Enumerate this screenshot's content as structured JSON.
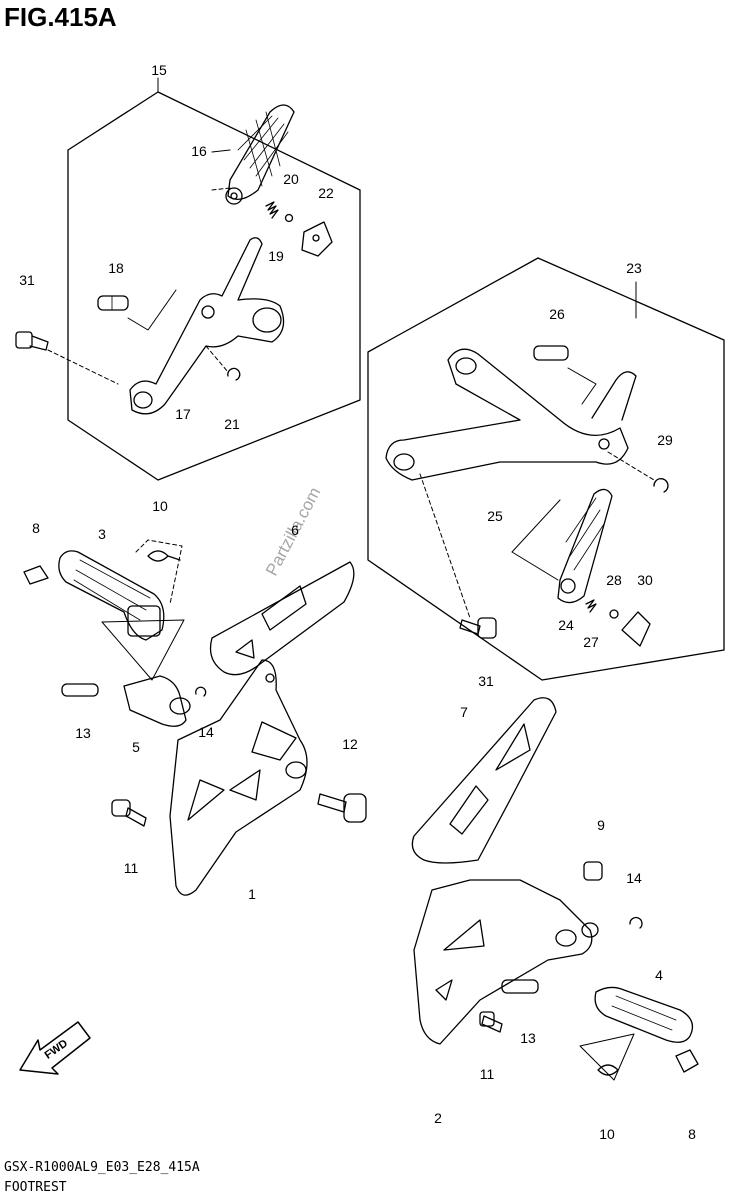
{
  "figure": {
    "title": "FIG.415A"
  },
  "footer": {
    "model_code": "GSX-R1000AL9_E03_E28_415A",
    "section_name": "FOOTREST"
  },
  "watermark": "Partzilla.com",
  "fwd_label": "FWD",
  "callouts": [
    {
      "id": "15",
      "text": "15"
    },
    {
      "id": "16",
      "text": "16"
    },
    {
      "id": "20",
      "text": "20"
    },
    {
      "id": "22",
      "text": "22"
    },
    {
      "id": "19",
      "text": "19"
    },
    {
      "id": "18",
      "text": "18"
    },
    {
      "id": "31a",
      "text": "31"
    },
    {
      "id": "17",
      "text": "17"
    },
    {
      "id": "21",
      "text": "21"
    },
    {
      "id": "23",
      "text": "23"
    },
    {
      "id": "26",
      "text": "26"
    },
    {
      "id": "29",
      "text": "29"
    },
    {
      "id": "25",
      "text": "25"
    },
    {
      "id": "24",
      "text": "24"
    },
    {
      "id": "28",
      "text": "28"
    },
    {
      "id": "30",
      "text": "30"
    },
    {
      "id": "27",
      "text": "27"
    },
    {
      "id": "31b",
      "text": "31"
    },
    {
      "id": "10a",
      "text": "10"
    },
    {
      "id": "8a",
      "text": "8"
    },
    {
      "id": "3",
      "text": "3"
    },
    {
      "id": "6",
      "text": "6"
    },
    {
      "id": "13a",
      "text": "13"
    },
    {
      "id": "5",
      "text": "5"
    },
    {
      "id": "14a",
      "text": "14"
    },
    {
      "id": "12",
      "text": "12"
    },
    {
      "id": "11a",
      "text": "11"
    },
    {
      "id": "1",
      "text": "1"
    },
    {
      "id": "7",
      "text": "7"
    },
    {
      "id": "9",
      "text": "9"
    },
    {
      "id": "14b",
      "text": "14"
    },
    {
      "id": "4",
      "text": "4"
    },
    {
      "id": "13b",
      "text": "13"
    },
    {
      "id": "11b",
      "text": "11"
    },
    {
      "id": "2",
      "text": "2"
    },
    {
      "id": "10b",
      "text": "10"
    },
    {
      "id": "8b",
      "text": "8"
    }
  ]
}
